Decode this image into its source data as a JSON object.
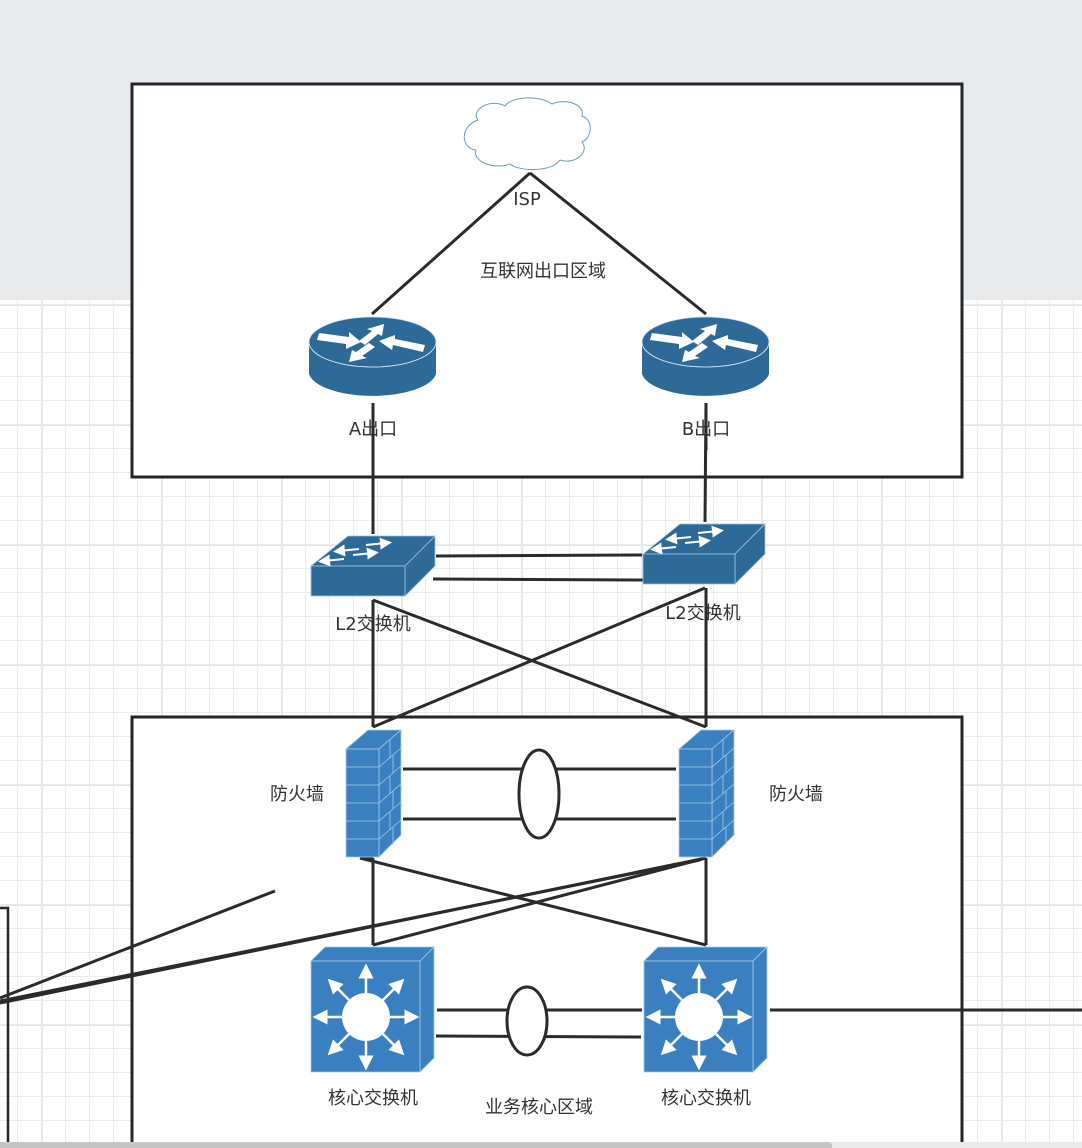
{
  "diagram": {
    "zones": {
      "internet_exit": {
        "label": "互联网出口区域"
      },
      "business_core": {
        "label": "业务核心区域"
      }
    },
    "nodes": {
      "isp": {
        "label": "ISP",
        "icon": "cloud-icon"
      },
      "router_a": {
        "label": "A出口",
        "icon": "router-icon"
      },
      "router_b": {
        "label": "B出口",
        "icon": "router-icon"
      },
      "l2_switch_a": {
        "label": "L2交换机",
        "icon": "l2-switch-icon"
      },
      "l2_switch_b": {
        "label": "L2交换机",
        "icon": "l2-switch-icon"
      },
      "firewall_a": {
        "label": "防火墙",
        "icon": "firewall-icon"
      },
      "firewall_b": {
        "label": "防火墙",
        "icon": "firewall-icon"
      },
      "core_switch_a": {
        "label": "核心交换机",
        "icon": "core-switch-icon"
      },
      "core_switch_b": {
        "label": "核心交换机",
        "icon": "core-switch-icon"
      }
    },
    "links": [
      {
        "from": "isp",
        "to": "router_a"
      },
      {
        "from": "isp",
        "to": "router_b"
      },
      {
        "from": "router_a",
        "to": "l2_switch_a"
      },
      {
        "from": "router_b",
        "to": "l2_switch_b"
      },
      {
        "from": "l2_switch_a",
        "to": "l2_switch_b",
        "count": 2
      },
      {
        "from": "l2_switch_a",
        "to": "firewall_a"
      },
      {
        "from": "l2_switch_a",
        "to": "firewall_b"
      },
      {
        "from": "l2_switch_b",
        "to": "firewall_a"
      },
      {
        "from": "l2_switch_b",
        "to": "firewall_b"
      },
      {
        "from": "firewall_a",
        "to": "firewall_b",
        "count": 2,
        "bundle": "link-aggregation"
      },
      {
        "from": "firewall_a",
        "to": "core_switch_a"
      },
      {
        "from": "firewall_a",
        "to": "core_switch_b"
      },
      {
        "from": "firewall_b",
        "to": "core_switch_a"
      },
      {
        "from": "firewall_b",
        "to": "core_switch_b"
      },
      {
        "from": "core_switch_a",
        "to": "core_switch_b",
        "count": 2,
        "bundle": "link-aggregation"
      }
    ],
    "colors": {
      "router": "#2d6a97",
      "l2_switch": "#2d6a97",
      "firewall": "#3a7fc0",
      "core_switch": "#3a7fc0",
      "line": "#2b2b2b",
      "cloud_outline": "#5b93b8"
    }
  }
}
